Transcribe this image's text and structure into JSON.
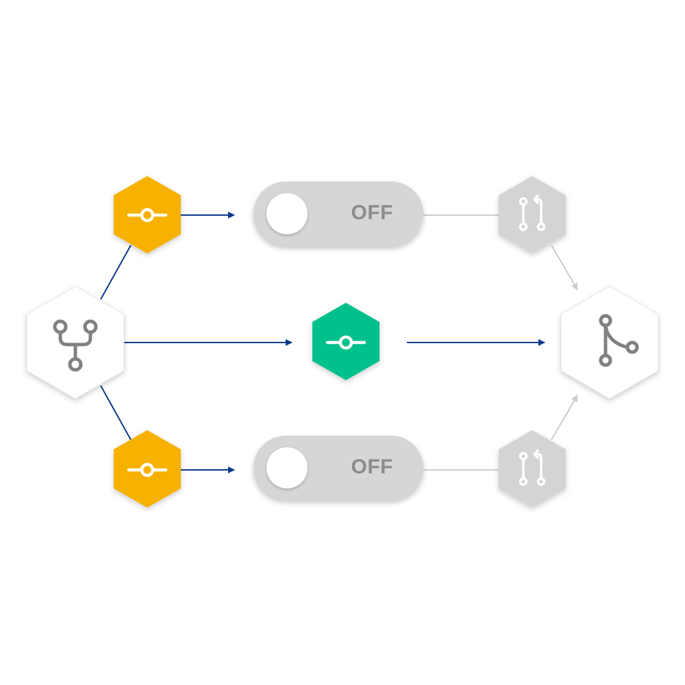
{
  "colors": {
    "feature_node": "#f7b100",
    "active_node": "#00c08b",
    "inactive_node": "#d4d4d4",
    "endpoint_node": "#ffffff",
    "endpoint_icon": "#808080",
    "active_arrow": "#0a3a8c",
    "inactive_arrow": "#cccccc",
    "toggle_track": "#d6d6d6",
    "toggle_text": "#8c8c8c"
  },
  "nodes": [
    {
      "id": "fork",
      "icon": "git-fork-icon"
    },
    {
      "id": "feature-top",
      "icon": "git-commit-icon"
    },
    {
      "id": "feature-middle",
      "icon": "git-commit-icon"
    },
    {
      "id": "feature-bottom",
      "icon": "git-commit-icon"
    },
    {
      "id": "pr-top",
      "icon": "pull-request-icon"
    },
    {
      "id": "pr-bottom",
      "icon": "pull-request-icon"
    },
    {
      "id": "merge",
      "icon": "git-merge-icon"
    }
  ],
  "toggles": {
    "top": {
      "label": "OFF",
      "state": "off"
    },
    "bottom": {
      "label": "OFF",
      "state": "off"
    }
  }
}
